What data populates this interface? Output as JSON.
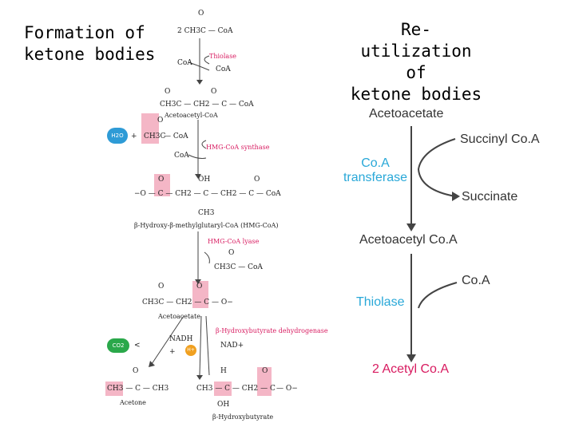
{
  "titles": {
    "left": [
      "Formation of",
      "ketone bodies"
    ],
    "right": [
      "Re-utilization",
      "of",
      "ketone bodies"
    ]
  },
  "left_pathway": {
    "start": {
      "formula": "2 CH3C — CoA",
      "o": "O"
    },
    "thiolase": {
      "enzyme": "Thiolase",
      "coa_out": "CoA",
      "coa_in": "CoA"
    },
    "acetoacetyl_coa": {
      "formula": "CH3C — CH2 — C — CoA",
      "label": "Acetoacetyl-CoA"
    },
    "hmg_synthase": {
      "enzyme": "HMG-CoA synthase",
      "h2o": "H2O",
      "acetyl": "CH3C",
      "coa": "CoA"
    },
    "hmg_coa": {
      "formula": "−O — C — CH2 — C — CH2 — C — CoA",
      "oh": "OH",
      "ch3": "CH3",
      "label": "β-Hydroxy-β-methylglutaryl-CoA (HMG-CoA)"
    },
    "hmg_lyase": {
      "enzyme": "HMG-CoA lyase",
      "product": "CH3C — CoA"
    },
    "acetoacetate": {
      "formula": "CH3C — CH2 — C — O−",
      "label": "Acetoacetate"
    },
    "dehydrogenase": {
      "enzyme": "β-Hydroxybutyrate dehydrogenase",
      "nadh": "NADH",
      "h": "H+",
      "nad": "NAD+"
    },
    "co2": "CO2",
    "acetone": {
      "formula": "CH3 — C — CH3",
      "label": "Acetone"
    },
    "hydroxybutyrate": {
      "formula": "CH3 — C — CH2 — C",
      "label": "β-Hydroxybutyrate"
    }
  },
  "right_pathway": {
    "acetoacetate": "Acetoacetate",
    "succinyl_coa": "Succinyl Co.A",
    "transferase": [
      "Co.A",
      "transferase"
    ],
    "succinate": "Succinate",
    "acetoacetyl_coa": "Acetoacetyl Co.A",
    "coa": "Co.A",
    "thiolase": "Thiolase",
    "acetyl_coa": "2 Acetyl Co.A"
  },
  "colors": {
    "enzyme": "#d81b60",
    "highlight": "#f4b6c6",
    "teal": "#29a8d8",
    "arrow": "#444444",
    "mol_blue": "#2e9bd6",
    "mol_green": "#2aa84a",
    "h_orange": "#f0a020"
  }
}
